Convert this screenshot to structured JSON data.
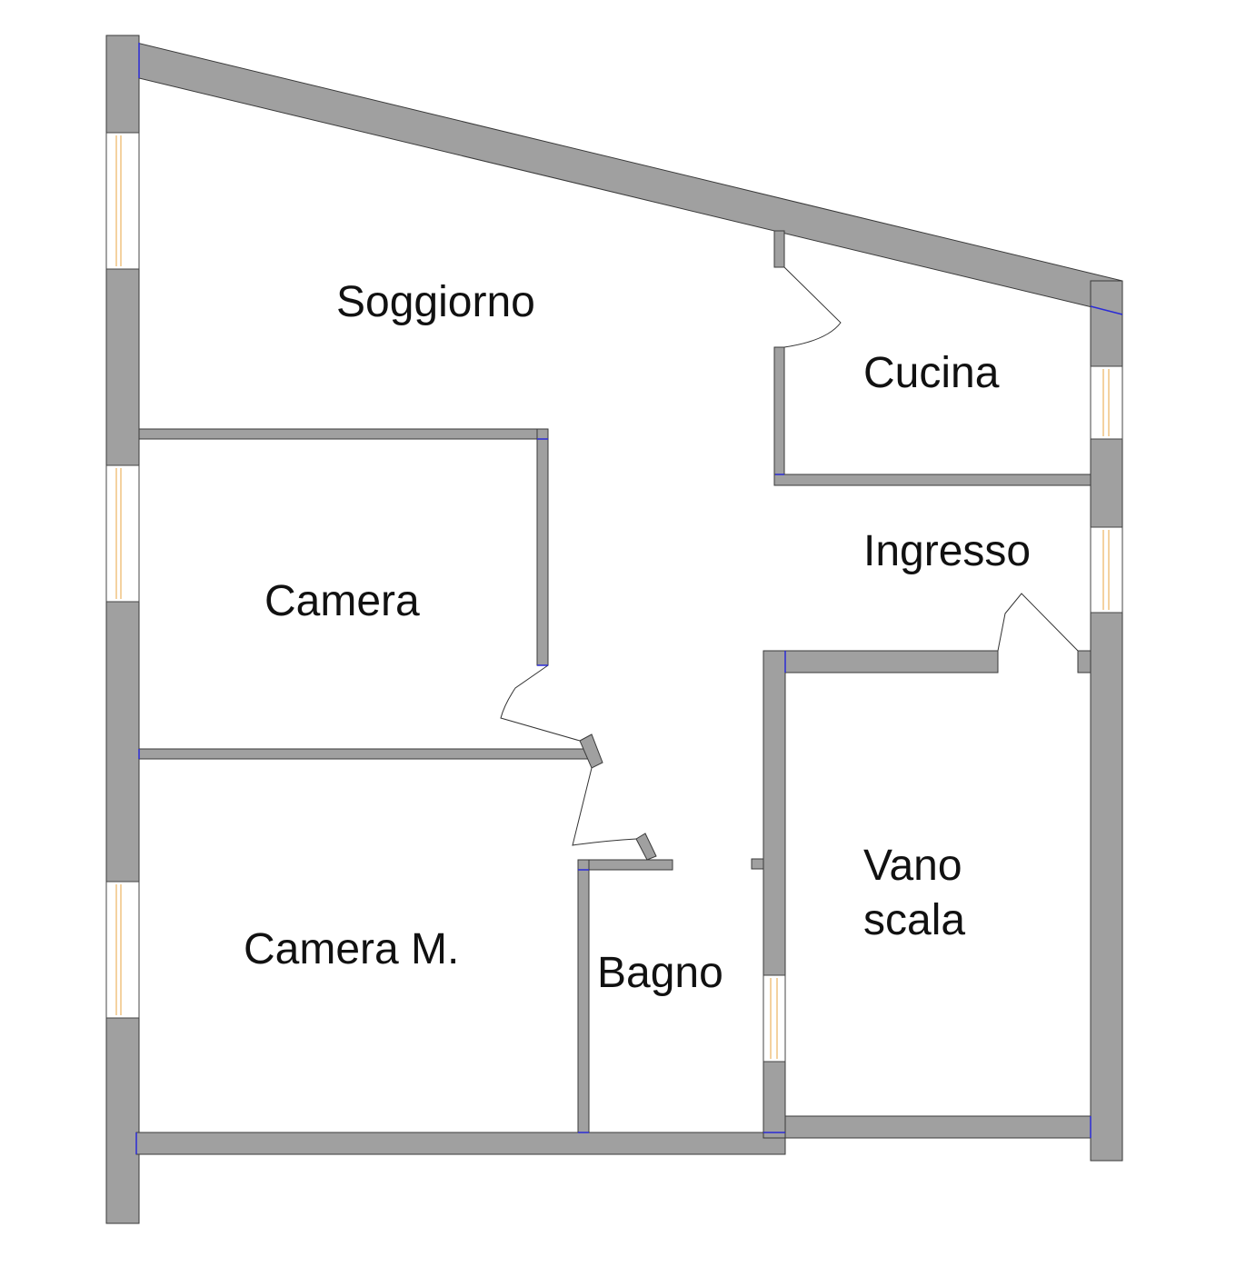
{
  "floorplan": {
    "rooms": [
      {
        "id": "soggiorno",
        "label": "Soggiorno"
      },
      {
        "id": "cucina",
        "label": "Cucina"
      },
      {
        "id": "ingresso",
        "label": "Ingresso"
      },
      {
        "id": "camera",
        "label": "Camera"
      },
      {
        "id": "camera-m",
        "label": "Camera M."
      },
      {
        "id": "bagno",
        "label": "Bagno"
      },
      {
        "id": "vano-scala",
        "label_lines": [
          "Vano",
          "scala"
        ]
      }
    ],
    "colors": {
      "wall_fill": "#a0a0a0",
      "wall_stroke": "#3a3a3a",
      "window_glass": "#e8a540",
      "marker": "#2b2bd6",
      "background": "#ffffff"
    }
  }
}
